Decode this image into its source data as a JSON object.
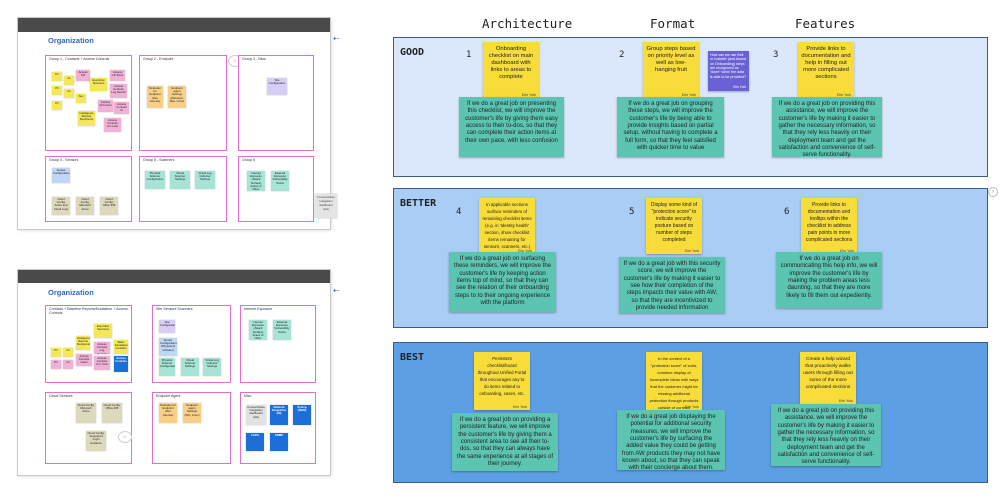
{
  "left": {
    "board1": {
      "title": "Organization",
      "groups": [
        {
          "title": "Group 1 - Contacts + Access Controls"
        },
        {
          "title": "Group 2 - Endpoint"
        },
        {
          "title": "Group 3 - Silos"
        },
        {
          "title": "Group 4 - Sensors"
        },
        {
          "title": "Group 5 - Scanners"
        },
        {
          "title": "Group 6"
        }
      ],
      "notes": {
        "g1": [
          "Pri",
          "Co",
          "Pri",
          "Co",
          "Pri",
          "Sec",
          "Access Ctrl",
          "Executive Sponsors",
          "Access Ctrl Ports",
          "Intelligence Reports Recipients",
          "Access Controls Log Search",
          "Access Ctrl Users",
          "Access Controls UI",
          "Access Controls U.C.User"
        ],
        "g2": [
          "Defender for Endpoint (Dev License)",
          "Endpoint agent Settings (Windows, Mac, Linux)"
        ],
        "g3": [
          "Site Configuration"
        ],
        "g4": [
          "Sensor Configuration",
          "Cloud Config: Azure and Cloud Logs",
          "Cloud Config: Microsoft Azure",
          "Cloud Config: Office 365"
        ],
        "g5": [
          "Physical Scanner Configuration",
          "Virtual Scanner Settings",
          "Virtual Log Collector Settings"
        ],
        "g6": [
          "Internet Exposure (Attack Surface) Scans of Other Identities",
          "External Exposure Vulnerability Scans"
        ]
      },
      "connector": "Connectivities Integration dashboard (GH)"
    },
    "board2": {
      "title": "Organization",
      "groups": [
        {
          "title": "Contacts + Baseline Reports/Escalation + Access Controls"
        },
        {
          "title": "Site Sensors Scanners"
        },
        {
          "title": "Internet Exposure"
        },
        {
          "title": "Cloud Sensors"
        },
        {
          "title": "Endpoint Agent"
        },
        {
          "title": "Misc"
        }
      ],
      "notes": {
        "g1": [
          "Pri",
          "Co",
          "Pri",
          "Co",
          "Executive Sponsors",
          "Intelligence Reports Recipients",
          "Basic Escalation Contacts",
          "Access Controls Users",
          "Access Controls Log Search",
          "Access Controls U.C. User",
          "Access Controls"
        ],
        "g2": [
          "Site Configuration",
          "Sensor Configuration (Physical & software)",
          "Physical Scanner Configuration",
          "Virtual Scanner Settings",
          "Virtual Log Collector Settings"
        ],
        "g3": [
          "Internet Exposure (Attack Surface) Scans of Other Identities",
          "External Exposure Vulnerability Scans"
        ],
        "g4": [
          "Cloud Config: Microsoft Azure",
          "Cloud Config: Office 365",
          "Cloud Config: Supported Login Guidance"
        ],
        "g5": [
          "Defender for Endpoint (Dev License)",
          "Endpoint agent Settings (Win, Linux)"
        ],
        "g6": [
          "Connectivities Integration dashboard (GH)",
          "Network Integration (NI)",
          "Syslog (SIEM)",
          "CAPIs",
          "SNMP"
        ]
      }
    }
  },
  "matrix": {
    "columns": [
      "Architecture",
      "Format",
      "Features"
    ],
    "rows": [
      {
        "label": "GOOD",
        "cells": [
          {
            "num": "1",
            "sticky": "Onboarding checklist on main dashboard with links to areas to complete",
            "author": "Erin York",
            "outcome": "If we do a great job on presenting this checklist, we will improve the customer's life by giving them easy access to their to-dos, so that they can complete their action items at their own pace, with less confusion"
          },
          {
            "num": "2",
            "sticky": "Group steps based on priority level as well as low-hanging fruit",
            "author": "Erin York",
            "side": "How can we use Bell or Installer (and Asana on Onboarding) steps are recognized as \"done\" when the data is able to be provided?",
            "side_author": "Erin York",
            "outcome": "If we do a great job on grouping these steps, we will improve the customer's life by being able to provide insights based on partial setup, without having to complete a full form, so that they feel satisfied with quicker time to value"
          },
          {
            "num": "3",
            "sticky": "Provide links to documentation and help in filling out more complicated sections",
            "author": "Erin York",
            "outcome": "If we do a great job on providing this assistance, we will improve the customer's life by making it easier to gather the necessary information, so that they rely less heavily on their deployment team and get the satisfaction and convenience of self-serve functionality."
          }
        ]
      },
      {
        "label": "BETTER",
        "cells": [
          {
            "num": "4",
            "sticky": "In applicable sections surface reminders of remaining checklist items (e.g. in 'Identity health' section, show checklist items remaining for sensors, scanners, etc.)",
            "author": "Erin York",
            "outcome": "If we do a great job on surfacing these reminders, we will improve the customer's life by keeping action items top of mind, so that they can see the relation of their onboarding steps to to their ongoing experience with the platform"
          },
          {
            "num": "5",
            "sticky": "Display some kind of \"protection score\" to indicate security posture based on number of steps completed",
            "author": "Erin York",
            "outcome": "If we do a great job with this security score, we will improve the customer's life by making it easier to see how their completion of the steps impacts their value with AW, so that they are incentivized to provide needed information"
          },
          {
            "num": "6",
            "sticky": "Provide links to documentation and tooltips within the checklist to address pain points in more complicated sections",
            "author": "Erin York",
            "outcome": "If we do a great job on communicating this help info, we will improve the customer's life by making the problem areas less daunting, so that they are more likely to fill them out expediently."
          }
        ]
      },
      {
        "label": "BEST",
        "cells": [
          {
            "sticky": "Persistent checklist/board throughout Unified Portal that encourages any to do items related to onboarding, cases, etc.",
            "author": "Erin York",
            "outcome": "If we do a great job on providing a persistent feature, we will improve the customer's life by giving them a consistent area to see all their to-dos, so that they can always have the same experience at all stages of their journey."
          },
          {
            "sticky": "In the context of a \"protection score\" of sorts, combine display of Incomplete ideas with ways that the customer might be missing additional protection through products outside of contract",
            "author": "Erin York",
            "outcome": "If we do a great job displaying the potential for additional security measures, we will improve the customer's life by surfacing the added value they could be getting from AW products they may not have known about, so that they can speak with their concierge about them."
          },
          {
            "sticky": "Create a help wizard that proactively walks users through filling out some of the more complicated sections",
            "author": "Erin York",
            "outcome": "If we do a great job on providing this assistance, we will improve the customer's life by making it easier to gather the necessary information, so that they rely less heavily on their deployment team and get the satisfaction and convenience of self-serve functionality."
          }
        ]
      }
    ]
  },
  "colors": {
    "good_bg": "#dbe8fb",
    "better_bg": "#a9cdf4",
    "best_bg": "#5c9fe4",
    "sticky_yellow": "#f7dc3a",
    "sticky_teal": "#5cc5b2",
    "sticky_purple": "#6b61d6",
    "group_border": "#e26fc9",
    "org_title": "#2f68c8"
  }
}
